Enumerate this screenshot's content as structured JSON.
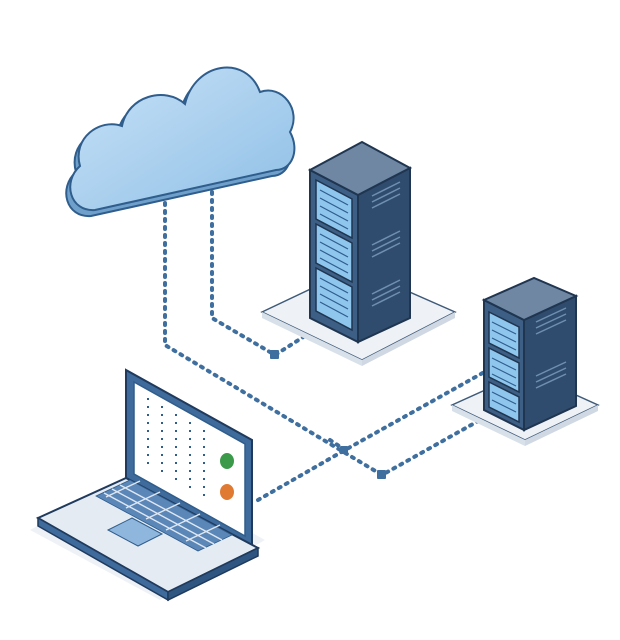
{
  "diagram": {
    "nodes": [
      {
        "id": "cloud",
        "icon": "cloud-icon"
      },
      {
        "id": "server-large",
        "icon": "server-rack-icon"
      },
      {
        "id": "server-small",
        "icon": "server-rack-icon"
      },
      {
        "id": "laptop",
        "icon": "laptop-icon"
      }
    ],
    "connections": [
      {
        "from": "cloud",
        "to": "server-large",
        "style": "dotted"
      },
      {
        "from": "cloud",
        "to": "server-small",
        "style": "dotted"
      },
      {
        "from": "laptop",
        "to": "server-small",
        "style": "dotted"
      },
      {
        "from": "laptop",
        "to": "server-large",
        "style": "dotted"
      }
    ],
    "colors": {
      "cloud_fill": "#a9d0f0",
      "cloud_stroke": "#2f5d8c",
      "server_body": "#3d5f85",
      "server_top": "#6f87a3",
      "server_panel": "#8fc6ee",
      "laptop_frame": "#3e6a9c",
      "laptop_screen": "#ffffff",
      "connector": "#3f6f9f",
      "status_green": "#3a9a4a",
      "status_orange": "#e07a33",
      "platform": "#eef2f7"
    }
  }
}
